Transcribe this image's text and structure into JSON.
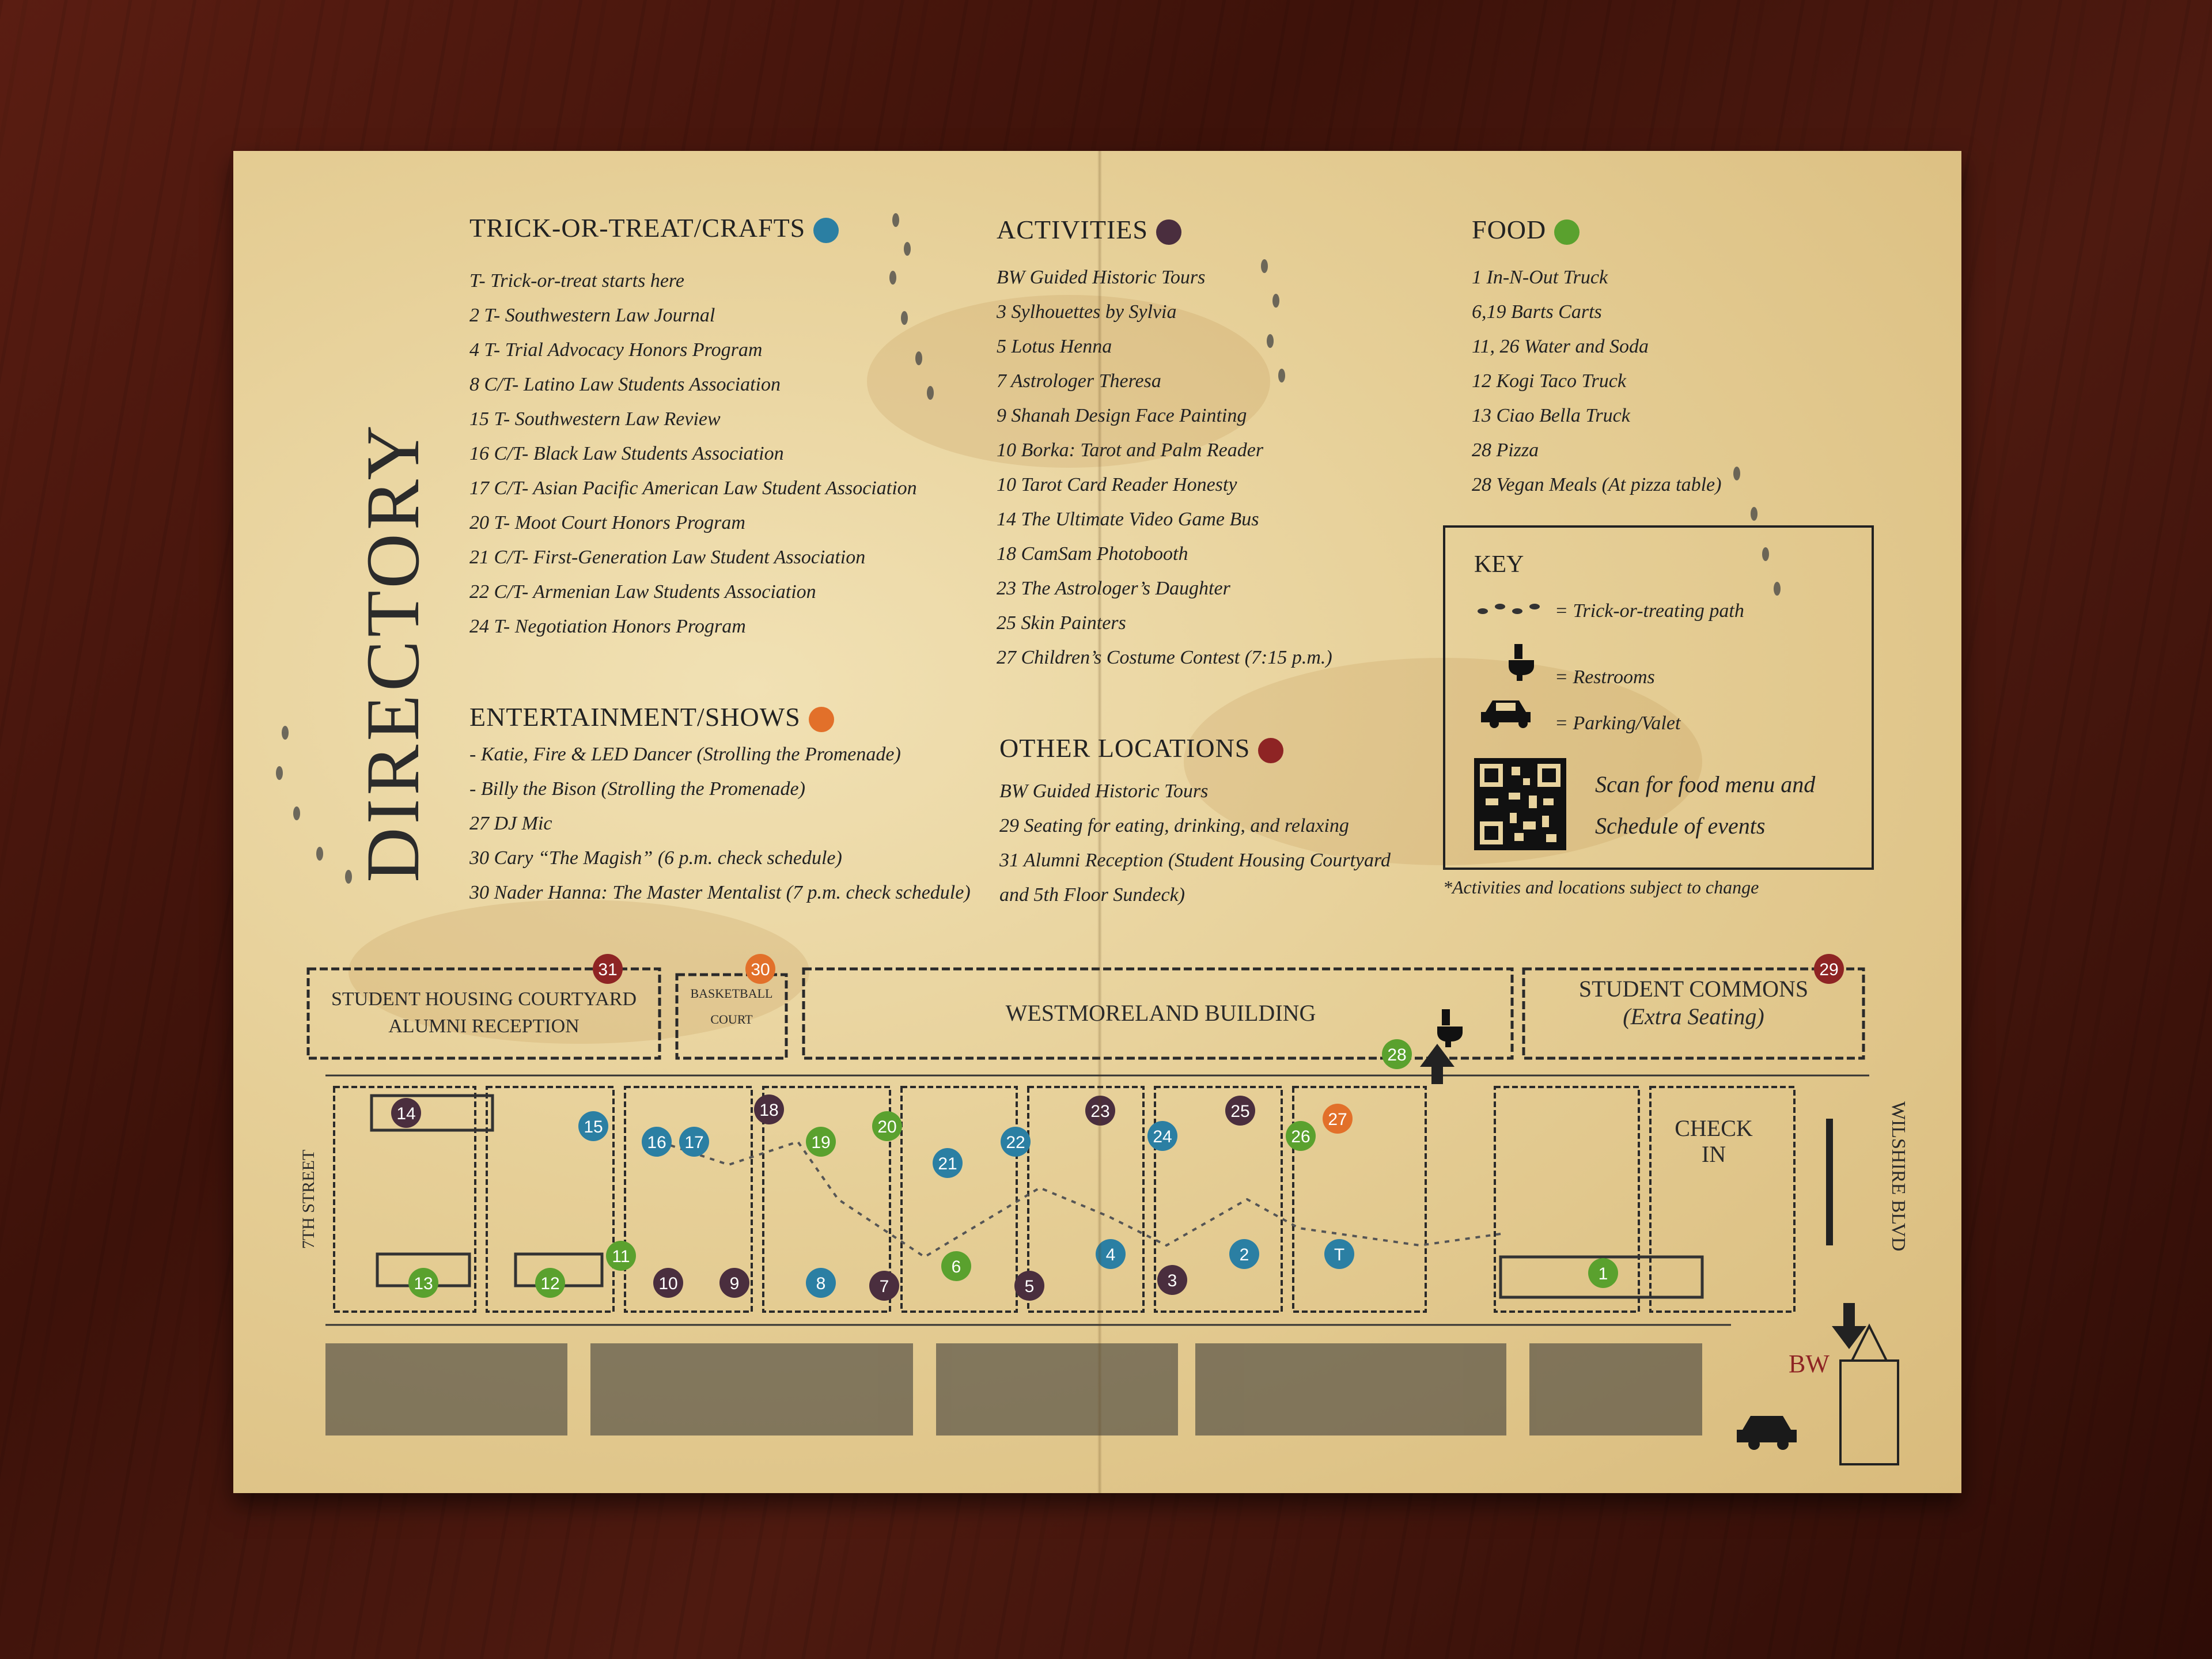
{
  "directory_title": "DIRECTORY",
  "colors": {
    "trick": "#2b7fa3",
    "activities": "#4a2e3e",
    "food": "#5aa12e",
    "entertainment": "#e2702a",
    "other": "#8e2424",
    "paper": "#e8d39e",
    "ink": "#222222"
  },
  "trick_or_treat": {
    "title": "TRICK-OR-TREAT/CRAFTS",
    "items": [
      "T- Trick-or-treat starts here",
      "2 T- Southwestern Law Journal",
      "4 T- Trial Advocacy Honors Program",
      "8 C/T- Latino Law Students Association",
      "15 T- Southwestern Law Review",
      "16 C/T- Black Law Students Association",
      "17 C/T- Asian Pacific American Law Student Association",
      "20 T- Moot Court Honors Program",
      "21 C/T- First-Generation Law Student Association",
      "22 C/T- Armenian Law Students Association",
      "24 T- Negotiation Honors Program"
    ]
  },
  "entertainment": {
    "title": "ENTERTAINMENT/SHOWS",
    "items": [
      "- Katie, Fire & LED Dancer (Strolling the Promenade)",
      "- Billy the Bison (Strolling the Promenade)",
      "27 DJ Mic",
      "30 Cary “The Magish” (6 p.m. check schedule)",
      "30 Nader Hanna: The Master Mentalist (7 p.m. check schedule)"
    ]
  },
  "activities": {
    "title": "ACTIVITIES",
    "items": [
      "BW Guided Historic Tours",
      "3 Sylhouettes by Sylvia",
      "5 Lotus Henna",
      "7 Astrologer Theresa",
      "9 Shanah Design Face Painting",
      "10 Borka: Tarot and Palm Reader",
      "10 Tarot Card Reader Honesty",
      "14 The Ultimate Video Game Bus",
      "18 CamSam Photobooth",
      "23 The Astrologer’s Daughter",
      "25 Skin Painters",
      "27 Children’s Costume Contest (7:15 p.m.)"
    ]
  },
  "other_locations": {
    "title": "OTHER LOCATIONS",
    "items": [
      "BW Guided Historic Tours",
      "29 Seating for eating, drinking, and relaxing",
      "31 Alumni Reception (Student Housing Courtyard",
      "and 5th Floor Sundeck)"
    ]
  },
  "food": {
    "title": "FOOD",
    "items": [
      "1 In-N-Out Truck",
      "6,19 Barts Carts",
      "11, 26 Water and Soda",
      "12 Kogi Taco Truck",
      "13 Ciao Bella Truck",
      "28 Pizza",
      "28 Vegan Meals (At pizza table)"
    ]
  },
  "key": {
    "title": "KEY",
    "path_label": "= Trick-or-treating path",
    "restroom_label": "= Restrooms",
    "parking_label": "= Parking/Valet",
    "qr_text_1": "Scan for food menu and",
    "qr_text_2": "Schedule of events"
  },
  "note": "*Activities and locations subject to change",
  "map": {
    "labels": {
      "courtyard_1": "STUDENT HOUSING COURTYARD",
      "courtyard_2": "ALUMNI RECEPTION",
      "basketball_1": "BASKETBALL",
      "basketball_2": "COURT",
      "westmoreland": "WESTMORELAND BUILDING",
      "commons_1": "STUDENT COMMONS",
      "commons_2": "(Extra Seating)",
      "seventh": "7TH STREET",
      "wilshire": "WILSHIRE BLVD",
      "checkin_1": "CHECK",
      "checkin_2": "IN",
      "bw": "BW"
    },
    "markers": [
      {
        "n": "31",
        "cat": "other"
      },
      {
        "n": "30",
        "cat": "entertainment"
      },
      {
        "n": "29",
        "cat": "other"
      },
      {
        "n": "28",
        "cat": "food"
      },
      {
        "n": "14",
        "cat": "activities"
      },
      {
        "n": "15",
        "cat": "trick"
      },
      {
        "n": "16",
        "cat": "trick"
      },
      {
        "n": "17",
        "cat": "trick"
      },
      {
        "n": "18",
        "cat": "activities"
      },
      {
        "n": "19",
        "cat": "food"
      },
      {
        "n": "20",
        "cat": "food"
      },
      {
        "n": "21",
        "cat": "trick"
      },
      {
        "n": "22",
        "cat": "trick"
      },
      {
        "n": "23",
        "cat": "activities"
      },
      {
        "n": "24",
        "cat": "trick"
      },
      {
        "n": "25",
        "cat": "activities"
      },
      {
        "n": "26",
        "cat": "food"
      },
      {
        "n": "27",
        "cat": "entertainment"
      },
      {
        "n": "13",
        "cat": "food"
      },
      {
        "n": "12",
        "cat": "food"
      },
      {
        "n": "11",
        "cat": "food"
      },
      {
        "n": "10",
        "cat": "activities"
      },
      {
        "n": "9",
        "cat": "activities"
      },
      {
        "n": "8",
        "cat": "trick"
      },
      {
        "n": "7",
        "cat": "activities"
      },
      {
        "n": "6",
        "cat": "food"
      },
      {
        "n": "5",
        "cat": "activities"
      },
      {
        "n": "4",
        "cat": "trick"
      },
      {
        "n": "3",
        "cat": "activities"
      },
      {
        "n": "2",
        "cat": "trick"
      },
      {
        "n": "T",
        "cat": "trick"
      },
      {
        "n": "1",
        "cat": "food"
      }
    ]
  }
}
